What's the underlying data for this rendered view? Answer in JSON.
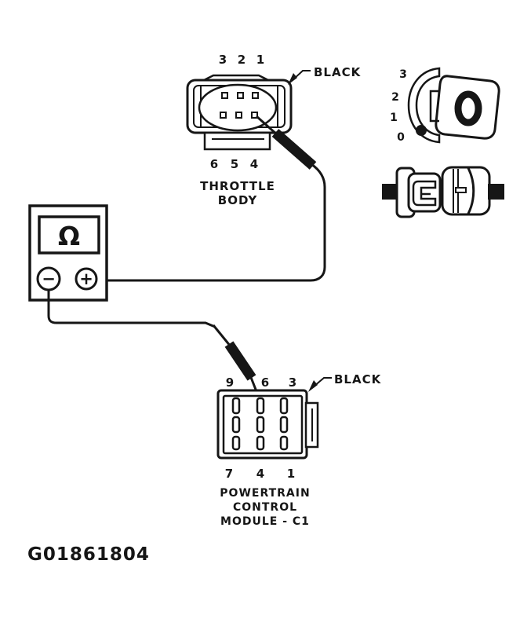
{
  "figure": {
    "id": "G01861804"
  },
  "meter": {
    "display_symbol": "Ω",
    "negative_label": "−",
    "positive_label": "+"
  },
  "throttle_body": {
    "caption_line1": "THROTTLE",
    "caption_line2": "BODY",
    "wire_color_label": "BLACK",
    "top_pins": [
      "3",
      "2",
      "1"
    ],
    "bottom_pins": [
      "6",
      "5",
      "4"
    ]
  },
  "pcm": {
    "caption_line1": "POWERTRAIN",
    "caption_line2": "CONTROL",
    "caption_line3": "MODULE - C1",
    "wire_color_label": "BLACK",
    "top_pins": [
      "9",
      "6",
      "3"
    ],
    "bottom_pins": [
      "7",
      "4",
      "1"
    ]
  },
  "dial": {
    "scale_labels": [
      "3",
      "2",
      "1",
      "0"
    ],
    "face_label": "0"
  },
  "colors": {
    "ink": "#161616",
    "background": "#ffffff"
  }
}
